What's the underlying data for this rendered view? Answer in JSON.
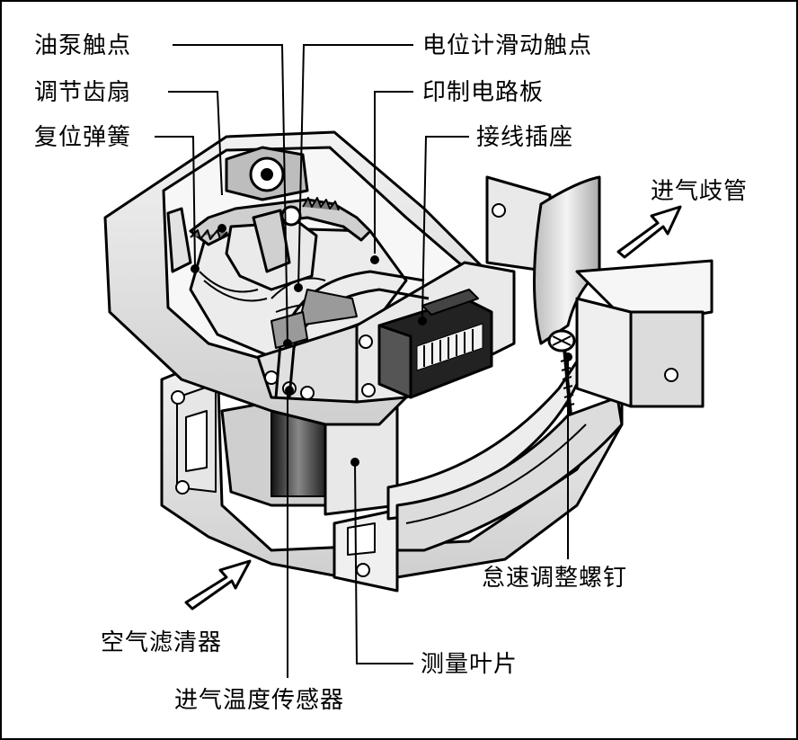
{
  "labels": {
    "oil_pump_contact": "油泵触点",
    "adjust_sector_gear": "调节齿扇",
    "reset_spring": "复位弹簧",
    "potentiometer_slide_contact": "电位计滑动触点",
    "printed_circuit_board": "印制电路板",
    "wiring_socket": "接线插座",
    "intake_manifold": "进气歧管",
    "idle_adjust_screw": "怠速调整螺钉",
    "air_filter": "空气滤清器",
    "measuring_vane": "测量叶片",
    "intake_temp_sensor": "进气温度传感器"
  },
  "colors": {
    "outline": "#000000",
    "housing_light": "#eeeeee",
    "housing_mid": "#d4d4d4",
    "housing_dark": "#9a9a9a",
    "connector": "#333333",
    "background": "#ffffff"
  },
  "icons": {
    "flow_arrow": "arrow-icon",
    "screw": "screw-icon"
  }
}
